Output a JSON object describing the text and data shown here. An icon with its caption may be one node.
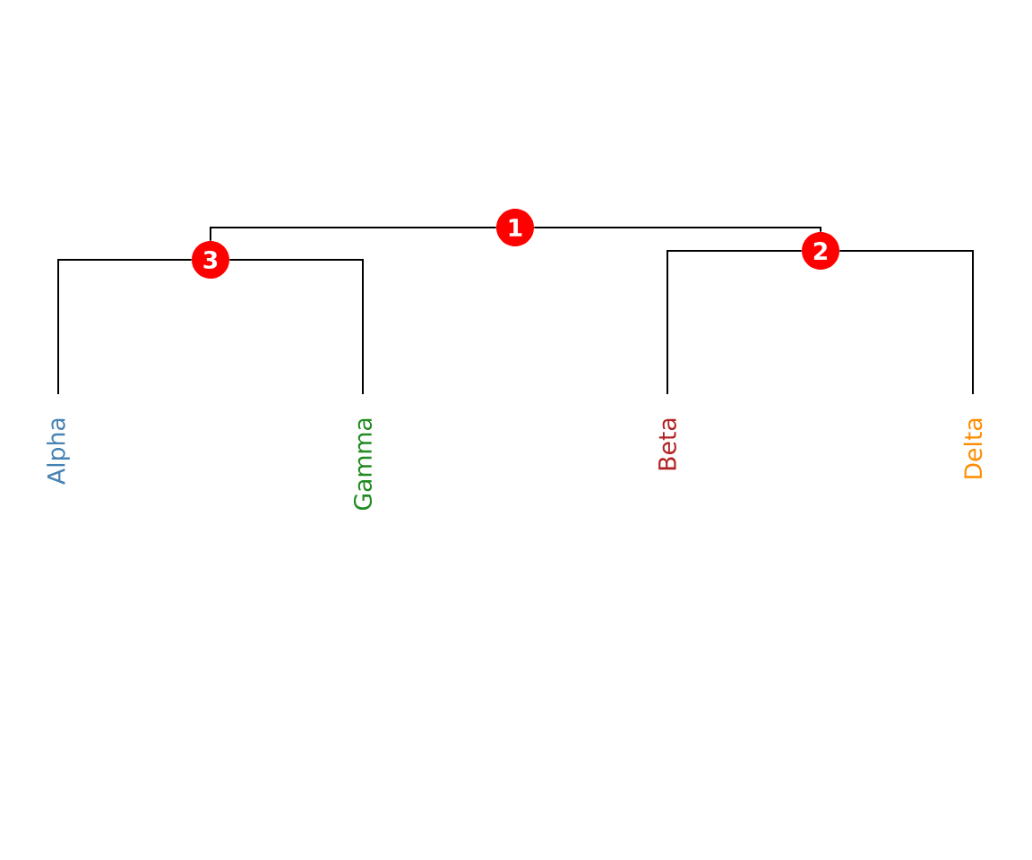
{
  "diagram": {
    "nodes": [
      {
        "text": [
          "1"
        ]
      },
      {
        "text": [
          "2"
        ]
      },
      {
        "text": [
          "3"
        ]
      },
      {
        "text": [
          "Alpha"
        ]
      },
      {
        "text": [
          "Gamma"
        ]
      },
      {
        "text": [
          "Beta"
        ]
      },
      {
        "text": [
          "Delta"
        ]
      }
    ],
    "edges": [
      {
        "from": 0,
        "to": 2,
        "arrow": "none"
      },
      {
        "from": 0,
        "to": 1,
        "arrow": "none"
      },
      {
        "from": 2,
        "to": 3,
        "arrow": "none"
      },
      {
        "from": 2,
        "to": 4,
        "arrow": "none"
      },
      {
        "from": 1,
        "to": 5,
        "arrow": "none"
      },
      {
        "from": 1,
        "to": 6,
        "arrow": "none"
      }
    ]
  }
}
